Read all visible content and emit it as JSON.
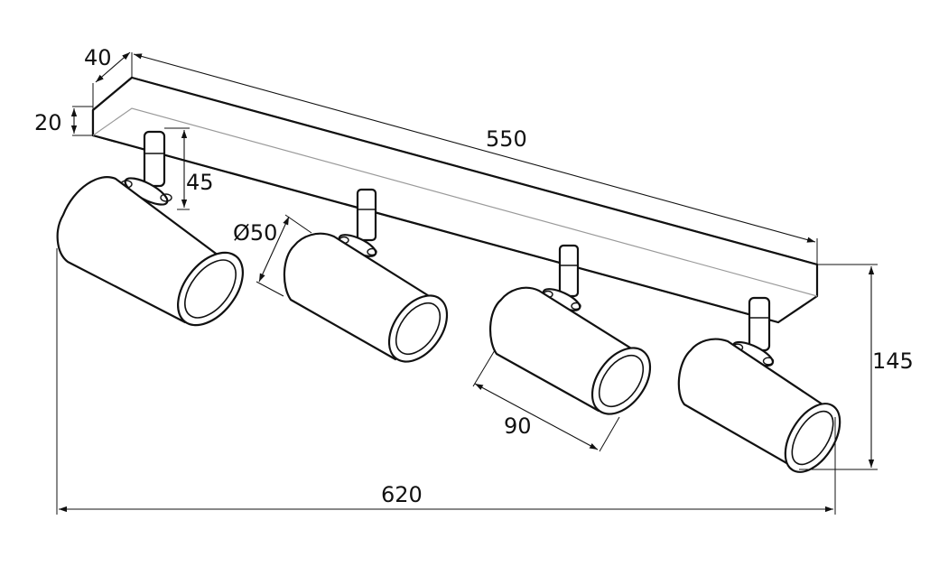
{
  "dimensions": {
    "bar_depth": "40",
    "bar_height": "20",
    "bar_length": "550",
    "mount_height": "45",
    "diameter": "Ø50",
    "head_length": "90",
    "total_height": "145",
    "total_width": "620"
  }
}
